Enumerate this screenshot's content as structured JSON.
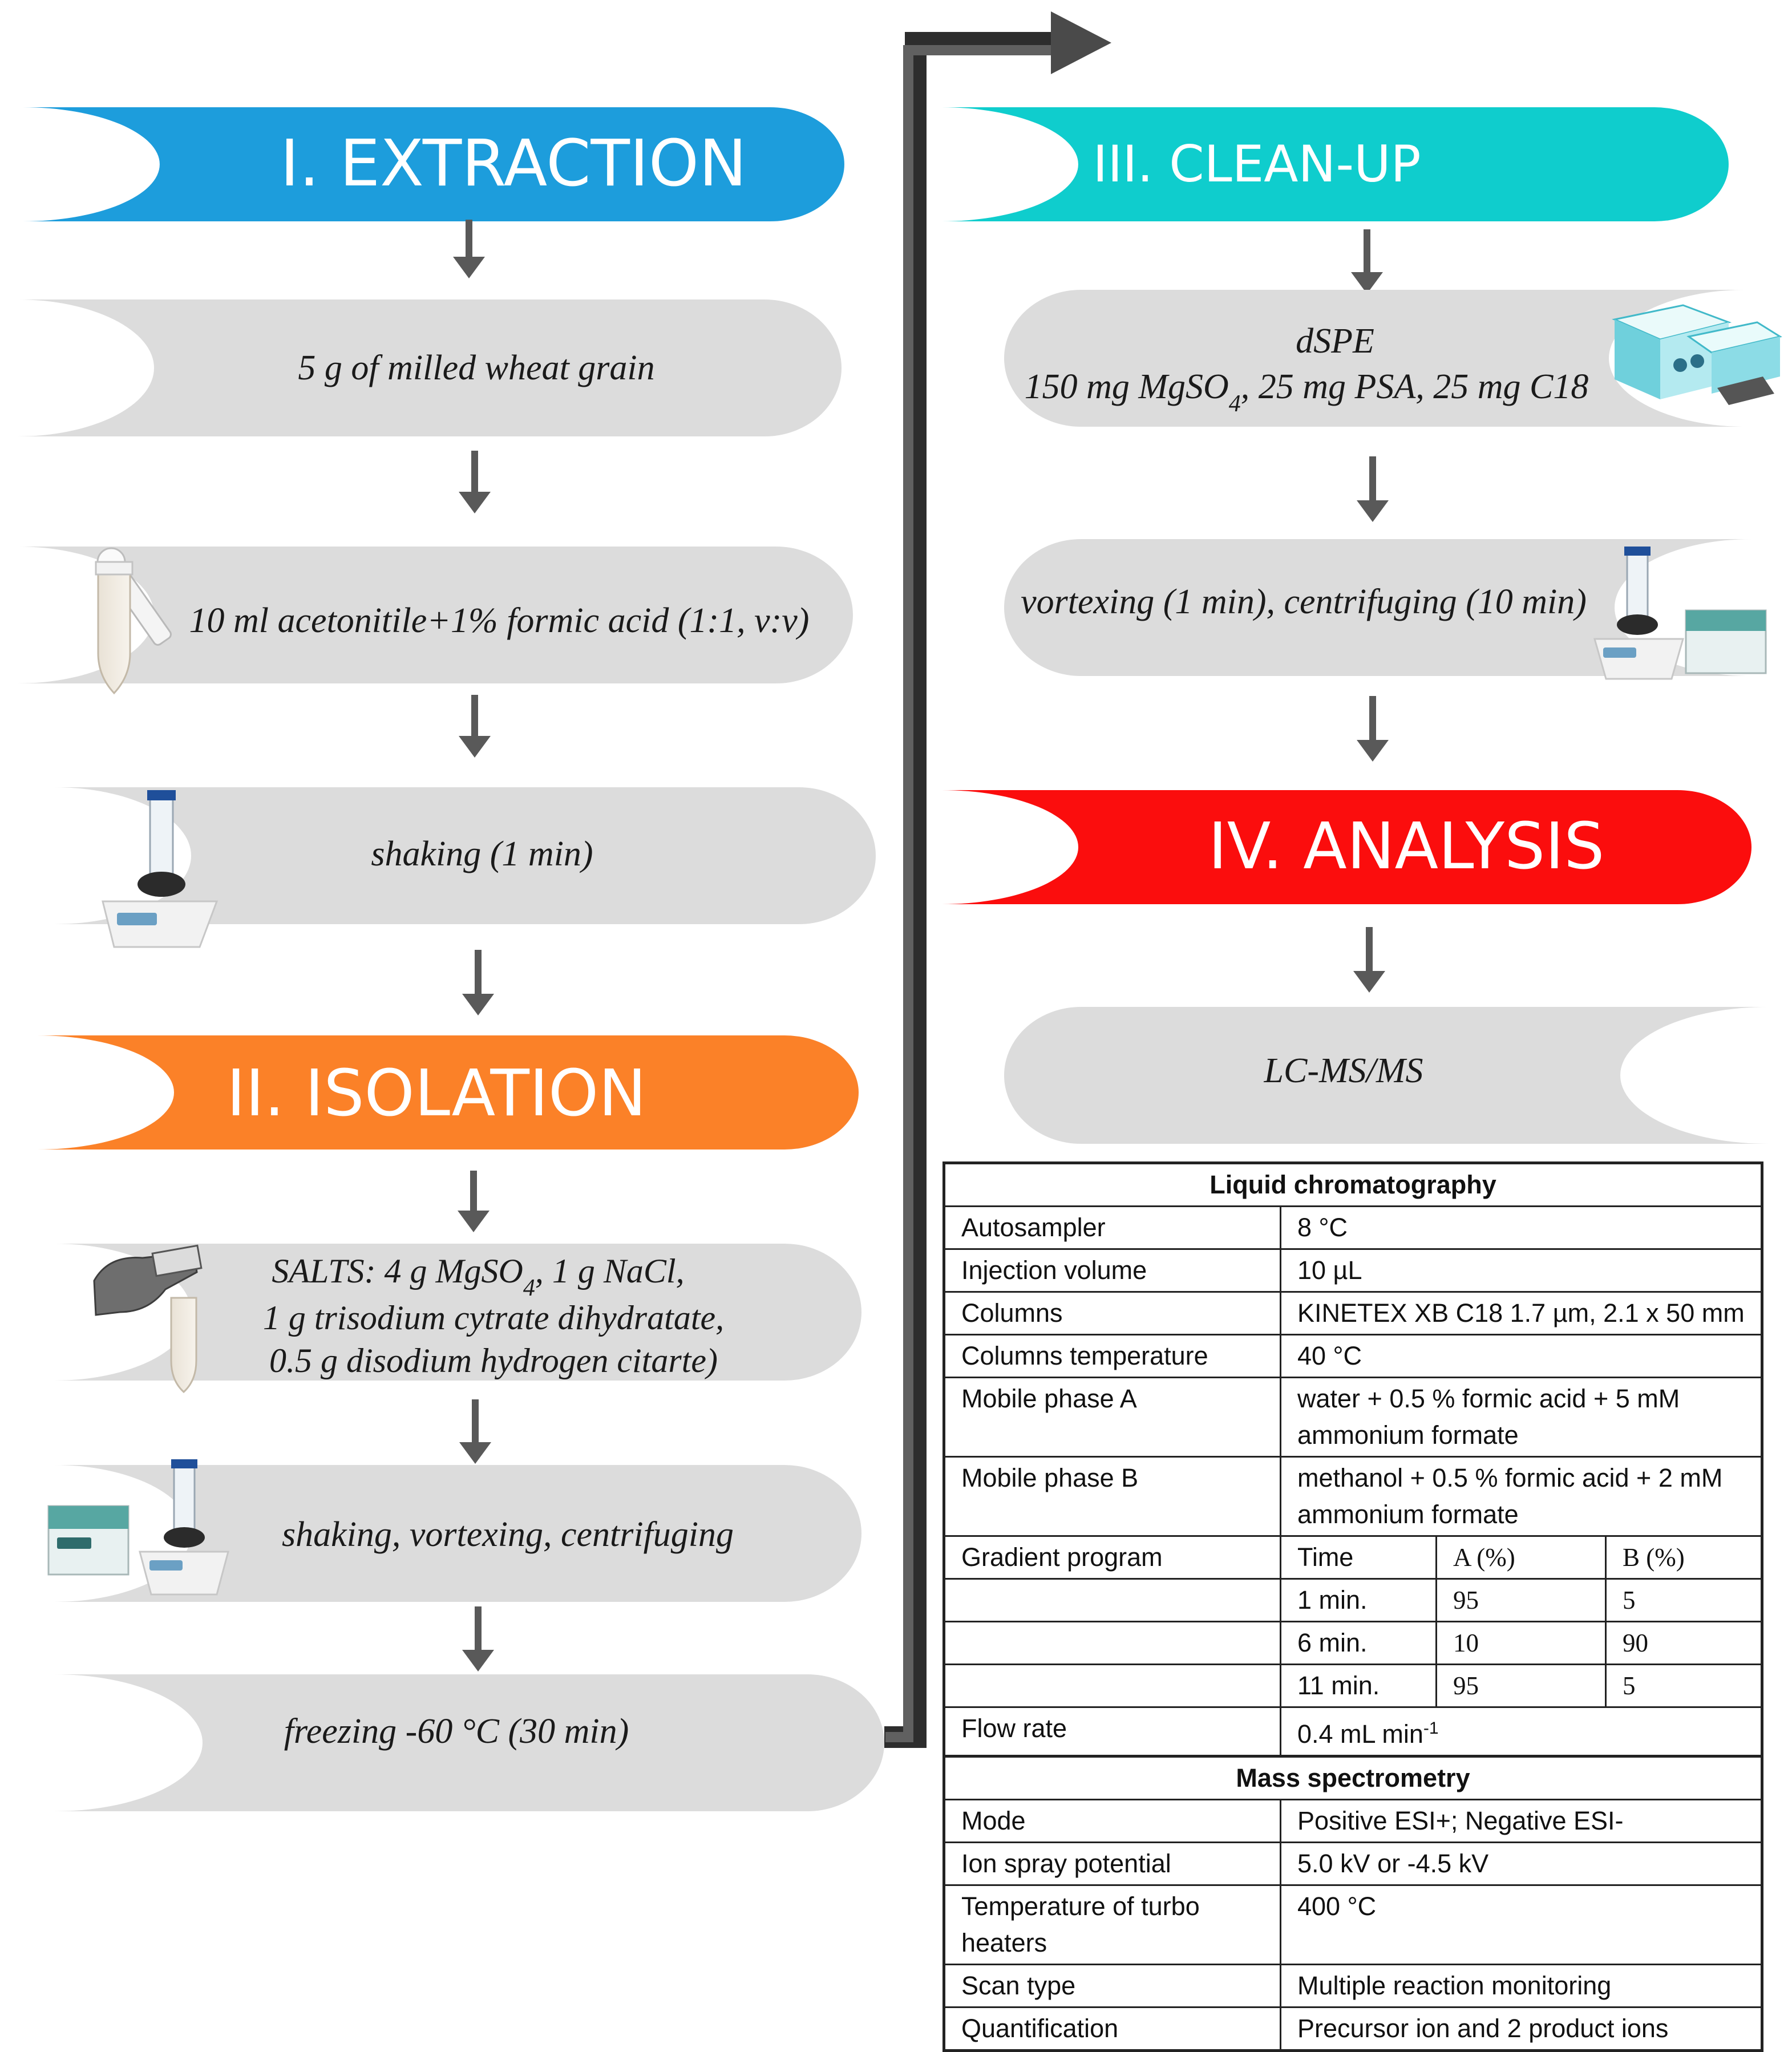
{
  "headers": {
    "extraction": {
      "label": "I. EXTRACTION",
      "color": "#1d9ddc"
    },
    "isolation": {
      "label": "II. ISOLATION",
      "color": "#fb8128"
    },
    "cleanup": {
      "label": "III. CLEAN-UP",
      "color": "#0fcdcd"
    },
    "analysis": {
      "label": "IV. ANALYSIS",
      "color": "#fb0d0d"
    }
  },
  "steps": {
    "wheat": "5 g of milled wheat grain",
    "acetonitrile": "10 ml acetonitile+1% formic acid (1:1, v:v)",
    "shaking": "shaking (1 min)",
    "salts": {
      "line1_prefix": "SALTS:    4 g MgSO",
      "line1_sub": "4",
      "line1_suffix": ", 1 g NaCl,",
      "line2": "1 g trisodium cytrate dihydratate,",
      "line3": "0.5 g disodium hydrogen citarte)"
    },
    "shaking_vortexing": "shaking, vortexing, centrifuging",
    "freezing": "freezing -60 °C (30 min)",
    "dspe": {
      "title": "dSPE",
      "line2_prefix": "150 mg MgSO",
      "line2_sub": "4",
      "line2_suffix": ", 25 mg PSA,  25 mg C18"
    },
    "vortexing": "vortexing (1 min), centrifuging (10 min)",
    "lcms": "LC-MS/MS"
  },
  "colors": {
    "pill_gray": "#dcdcdc",
    "arrow_gray": "#595959"
  },
  "table": {
    "lc_title": "Liquid  chromatography",
    "ms_title": "Mass  spectrometry",
    "rows": {
      "autosampler": {
        "label": "Autosampler",
        "value": "8 °C"
      },
      "injection": {
        "label": "Injection volume",
        "value": "10 µL"
      },
      "columns": {
        "label": "Columns",
        "value": "KINETEX  XB  C18  1.7 µm,  2.1 x 50 mm"
      },
      "col_temp": {
        "label": "Columns  temperature",
        "value": "40 °C"
      },
      "mpa": {
        "label": "Mobile  phase A",
        "value": "water  + 0.5 % formic acid + 5 mM ammonium  formate"
      },
      "mpb": {
        "label": "Mobile  phase B",
        "value": "methanol  + 0.5 % formic acid + 2 mM ammonium  formate"
      },
      "flow": {
        "label": "Flow  rate",
        "value_prefix": "0.4 mL min",
        "value_sup": "-1"
      },
      "mode": {
        "label": "Mode",
        "value": "Positive  ESI+; Negative  ESI-"
      },
      "ion": {
        "label": "Ion spray potential",
        "value": "5.0 kV or -4.5 kV"
      },
      "turbo": {
        "label": "Temperature  of turbo heaters",
        "value": "400 °C"
      },
      "scan": {
        "label": "Scan type",
        "value": "Multiple  reaction  monitoring"
      },
      "quant": {
        "label": "Quantification",
        "value": "Precursor ion and 2 product ions"
      }
    },
    "gradient": {
      "label": "Gradient  program",
      "headers": [
        "Time",
        "A (%)",
        "B (%)"
      ],
      "rows": [
        [
          "1 min.",
          "95",
          "5"
        ],
        [
          "6 min.",
          "10",
          "90"
        ],
        [
          "11 min.",
          "95",
          "5"
        ]
      ]
    }
  }
}
